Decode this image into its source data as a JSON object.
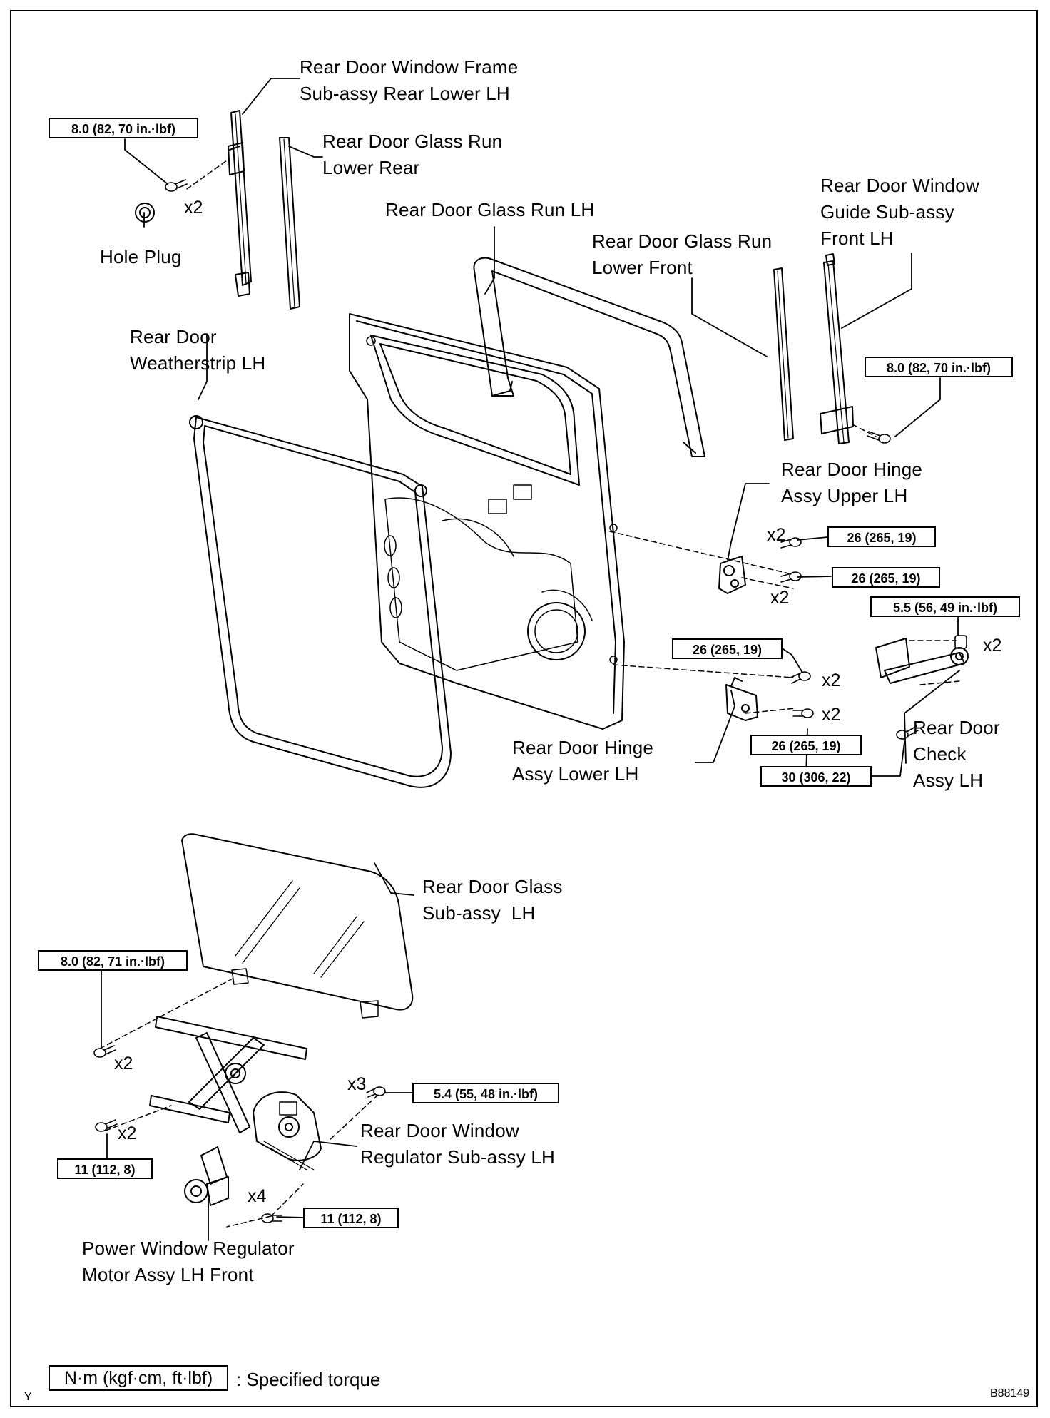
{
  "labels": [
    {
      "id": "window-frame",
      "text": "Rear Door Window Frame\nSub-assy Rear Lower LH"
    },
    {
      "id": "glass-run-lower-rear",
      "text": "Rear Door Glass Run\nLower Rear"
    },
    {
      "id": "glass-run",
      "text": "Rear Door Glass Run LH"
    },
    {
      "id": "glass-run-lower-front",
      "text": "Rear Door Glass Run\nLower Front"
    },
    {
      "id": "window-guide",
      "text": "Rear Door Window\nGuide Sub-assy\nFront LH"
    },
    {
      "id": "hole-plug",
      "text": "Hole Plug"
    },
    {
      "id": "weatherstrip",
      "text": "Rear Door\nWeatherstrip LH"
    },
    {
      "id": "hinge-upper",
      "text": "Rear Door Hinge\nAssy Upper LH"
    },
    {
      "id": "hinge-lower",
      "text": "Rear Door Hinge\nAssy Lower LH"
    },
    {
      "id": "door-check",
      "text": "Rear Door\nCheck\nAssy LH"
    },
    {
      "id": "door-glass",
      "text": "Rear Door Glass\nSub-assy  LH"
    },
    {
      "id": "regulator",
      "text": "Rear Door Window\nRegulator Sub-assy LH"
    },
    {
      "id": "motor",
      "text": "Power Window Regulator\nMotor Assy LH Front"
    }
  ],
  "torques": [
    {
      "id": "frame-bolt",
      "text": "8.0 (82, 70 in.·lbf)"
    },
    {
      "id": "guide-bolt",
      "text": "8.0 (82, 70 in.·lbf)"
    },
    {
      "id": "hinge-upper-1",
      "text": "26 (265, 19)"
    },
    {
      "id": "hinge-upper-2",
      "text": "26 (265, 19)"
    },
    {
      "id": "check-nut",
      "text": "5.5 (56, 49 in.·lbf)"
    },
    {
      "id": "hinge-lower-1",
      "text": "26 (265, 19)"
    },
    {
      "id": "hinge-lower-2",
      "text": "26 (265, 19)"
    },
    {
      "id": "check-bolt",
      "text": "30 (306, 22)"
    },
    {
      "id": "glass-bolt",
      "text": "8.0 (82, 71 in.·lbf)"
    },
    {
      "id": "regulator-bolt",
      "text": "5.4 (55, 48 in.·lbf)"
    },
    {
      "id": "regulator-lower-bolt",
      "text": "11 (112, 8)"
    },
    {
      "id": "motor-bolt",
      "text": "11 (112, 8)"
    }
  ],
  "quantities": [
    {
      "id": "q-frame",
      "text": "x2"
    },
    {
      "id": "q-hinge-upper-1",
      "text": "x2"
    },
    {
      "id": "q-hinge-upper-2",
      "text": "x2"
    },
    {
      "id": "q-check-nut",
      "text": "x2"
    },
    {
      "id": "q-hinge-lower-1",
      "text": "x2"
    },
    {
      "id": "q-hinge-lower-2",
      "text": "x2"
    },
    {
      "id": "q-glass",
      "text": "x2"
    },
    {
      "id": "q-regulator",
      "text": "x3"
    },
    {
      "id": "q-regulator-lower",
      "text": "x2"
    },
    {
      "id": "q-motor",
      "text": "x4"
    }
  ],
  "legend": {
    "unit": "N·m (kgf·cm, ft·lbf)",
    "description": ": Specified torque"
  },
  "corner_mark": "Y",
  "figure_code": "B88149"
}
